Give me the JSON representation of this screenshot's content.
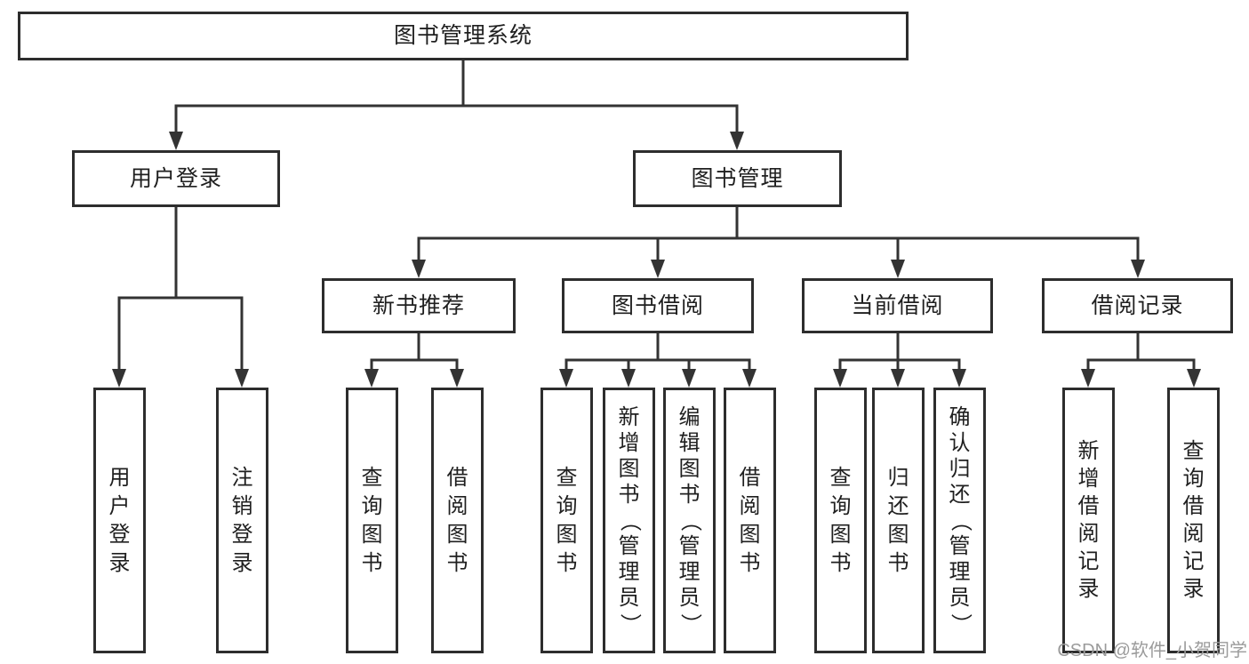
{
  "title": {
    "label": "图书管理系统"
  },
  "branches": [
    {
      "label": "用户登录",
      "leaves": [
        "用户登录",
        "注销登录"
      ]
    },
    {
      "label": "图书管理",
      "groups": [
        {
          "label": "新书推荐",
          "leaves": [
            "查询图书",
            "借阅图书"
          ]
        },
        {
          "label": "图书借阅",
          "leaves": [
            "查询图书",
            "新增图书（管理员）",
            "编辑图书（管理员）",
            "借阅图书"
          ]
        },
        {
          "label": "当前借阅",
          "leaves": [
            "查询图书",
            "归还图书",
            "确认归还（管理员）"
          ]
        },
        {
          "label": "借阅记录",
          "leaves": [
            "新增借阅记录",
            "查询借阅记录"
          ]
        }
      ]
    }
  ],
  "watermark": {
    "text": "CSDN @软件_小贺同学"
  },
  "colors": {
    "line": "#333333",
    "box_border": "#2d2d2d",
    "text": "#1f1f1f",
    "watermark": "#9b9b9b",
    "background": "#ffffff"
  }
}
